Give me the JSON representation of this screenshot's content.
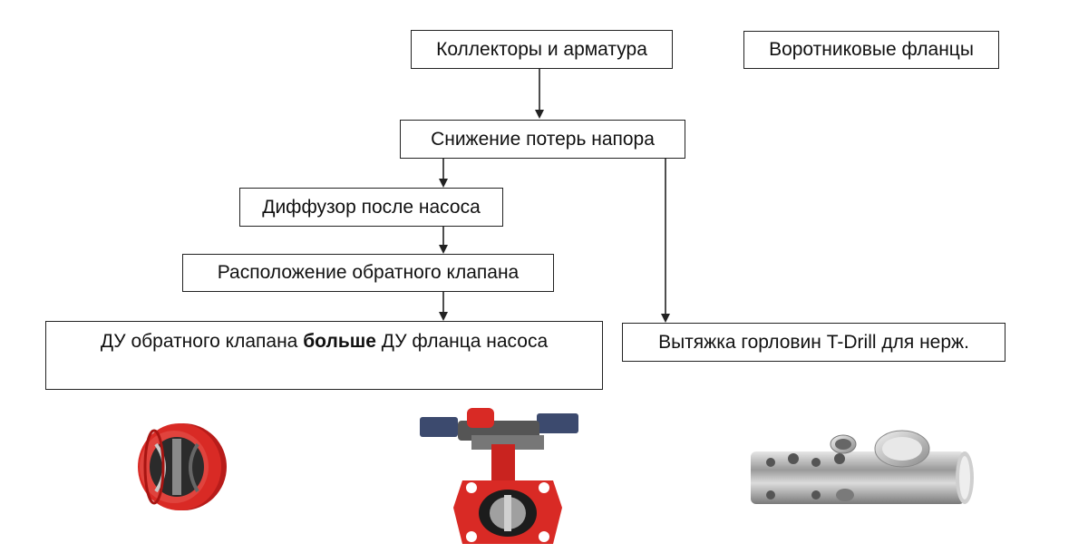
{
  "diagram": {
    "nodes": {
      "collectors": "Коллекторы и арматура",
      "flanges": "Воротниковые фланцы",
      "head_loss": "Снижение потерь напора",
      "diffuser": "Диффузор после насоса",
      "check_valve_location": "Расположение обратного клапана",
      "du_pre": "ДУ обратного клапана ",
      "du_bold": "больше",
      "du_post": " ДУ фланца насоса",
      "tdrill": "Вытяжка горловин T-Drill для нерж."
    },
    "edges": [
      [
        "collectors",
        "head_loss"
      ],
      [
        "head_loss",
        "diffuser"
      ],
      [
        "head_loss",
        "tdrill"
      ],
      [
        "diffuser",
        "check_valve_location"
      ],
      [
        "check_valve_location",
        "du_statement"
      ]
    ]
  },
  "images": {
    "wafer_check_valve": "red wafer check valve",
    "butterfly_valve": "red butterfly valve with limit switches",
    "tdrill_pipe": "stainless pipe with extruded collars"
  },
  "colors": {
    "valve_red": "#d92a25",
    "line": "#222222"
  }
}
